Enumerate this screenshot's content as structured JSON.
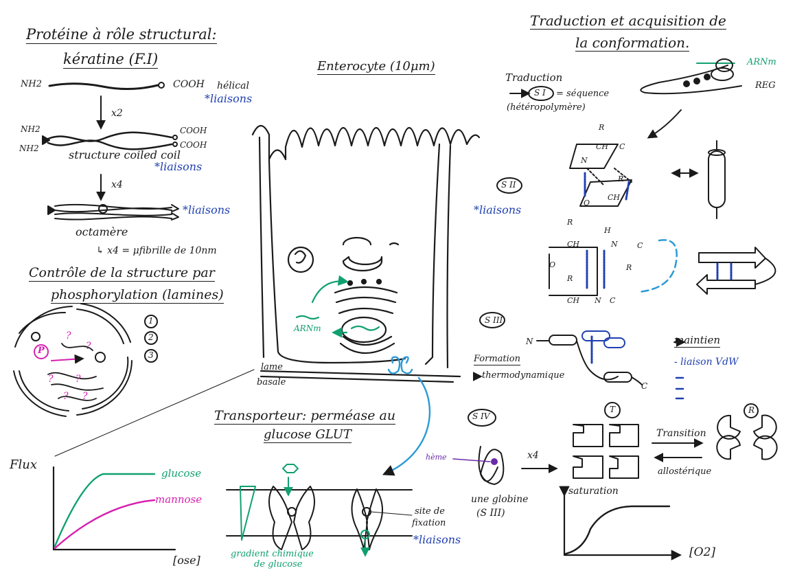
{
  "colors": {
    "ink": "#1a1a1a",
    "blue_note": "#1f3fb0",
    "glucose": "#10a070",
    "mannose": "#d61fb0",
    "arrow_blue": "#2a9ad6",
    "heme": "#6a2aa8",
    "red_mark": "#e03a20"
  },
  "left": {
    "title_1": "Protéine à rôle structural:",
    "title_2": "kératine (F.I)",
    "nh2": "NH2",
    "cooh": "COOH",
    "helical": "hélical",
    "liaisons": "*liaisons",
    "x2": "x2",
    "coiled_coil": "structure coiled coil",
    "x4": "x4",
    "octamere": "octamère",
    "microfibrille": "↳ x4 = μfibrille de 10nm",
    "controle_1": "Contrôle de la structure par",
    "controle_2": "phosphorylation (lamines)",
    "phospho_P": "P",
    "phospho_q": "?",
    "steps": [
      "1",
      "2",
      "3"
    ]
  },
  "center": {
    "title": "Enterocyte (10μm)",
    "arn": "ARNm",
    "lame_1": "lame",
    "lame_2": "basale",
    "transporter_1": "Transporteur: perméase au",
    "transporter_2": "glucose GLUT",
    "gradient_1": "gradient chimique",
    "gradient_2": "de glucose",
    "site_1": "site de",
    "site_2": "fixation",
    "liaisons": "*liaisons"
  },
  "graph_flux": {
    "ylabel": "Flux",
    "xlabel": "[ose]",
    "glucose": "glucose",
    "mannose": "mannose"
  },
  "right": {
    "title_1": "Traduction et acquisition de",
    "title_2": "la conformation.",
    "traduction": "Traduction",
    "s1": "S I",
    "sequence": "= séquence",
    "heteropolymere": "(hétéropolymère)",
    "arnm": "ARNm",
    "reg": "REG",
    "s2": "S II",
    "liaisons": "*liaisons",
    "s3": "S III",
    "n": "N",
    "c": "C",
    "formation_1": "Formation",
    "formation_2": "thermodynamique",
    "maintien": "maintien",
    "vdw": "- liaison VdW",
    "s4": "S IV",
    "heme": "hème",
    "x4": "x4",
    "globine_1": "une globine",
    "globine_2": "(S III)",
    "T": "T",
    "R": "R",
    "transition": "Transition",
    "allosterique": "allostérique",
    "saturation": "saturation",
    "o2": "[O2]",
    "chem_R": "R",
    "chem_N": "N",
    "chem_H": "H",
    "chem_C": "C",
    "chem_O": "O",
    "chem_CH": "CH"
  }
}
